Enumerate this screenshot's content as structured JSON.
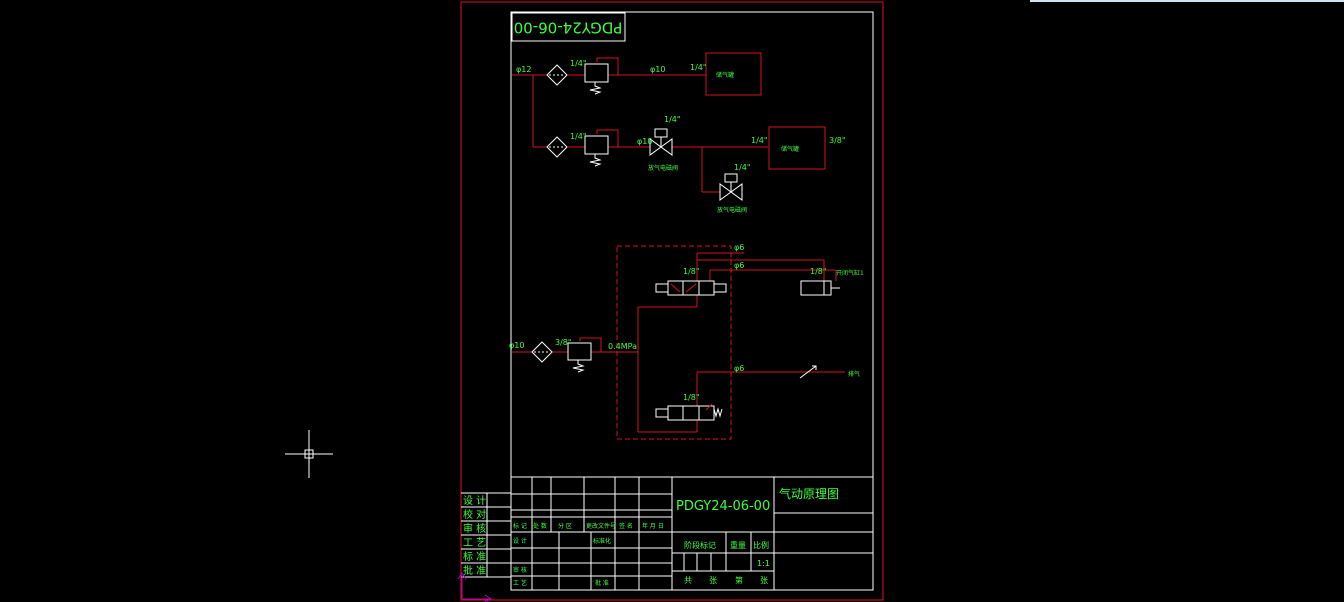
{
  "drawing": {
    "code_stamp": "PDGY24-06-00",
    "colors": {
      "background": "#000000",
      "border": "#e0141e",
      "lines": "#ffffff",
      "text": "#3cff3c",
      "pipe": "#d4141e"
    },
    "top_section": {
      "pipe_in": "φ12",
      "reg1_size": "1/4\"",
      "pipe_after_reg1": "φ10",
      "box1_in_size": "1/4\"",
      "box1_label": "储气罐",
      "reg2_size": "1/4\"",
      "pipe_after_reg2": "φ10",
      "valve1_size": "1/4\"",
      "valve1_label": "放气电磁阀",
      "box2_in_size": "1/4\"",
      "box2_label": "储气罐",
      "box2_out_size": "3/8\"",
      "valve2_size": "1/4\"",
      "valve2_label": "放气电磁阀"
    },
    "bottom_section": {
      "pipe_in": "φ10",
      "reg_size": "3/8\"",
      "pressure": "0.4MPa",
      "pipe_top": "φ6",
      "pipe_upper_valve": "φ6",
      "upper_valve_size": "1/8\"",
      "cyl_size": "1/8\"",
      "cyl_label": "开闭气缸1",
      "pipe_lower": "φ6",
      "lower_valve_size": "1/8\"",
      "outlet_label": "排气"
    },
    "title_block": {
      "drawing_no": "PDGY24-06-00",
      "drawing_name": "气动原理图",
      "left_roles": [
        "设 计",
        "校 对",
        "审 核",
        "工 艺",
        "标 准",
        "批 准"
      ],
      "revision_headers": [
        "标 记",
        "处 数",
        "分 区",
        "更改文件号",
        "签 名",
        "年 月 日"
      ],
      "row2_labels": [
        "设 计",
        "标准化"
      ],
      "row3_labels": [
        "审 核"
      ],
      "row4_labels": [
        "工 艺",
        "批 准"
      ],
      "stage_label": "阶段标记",
      "weight_label": "重量",
      "scale_label": "比例",
      "scale_value": "1:1",
      "sheet_total": "共",
      "sheet_unit1": "张",
      "sheet_no": "第",
      "sheet_unit2": "张"
    }
  }
}
